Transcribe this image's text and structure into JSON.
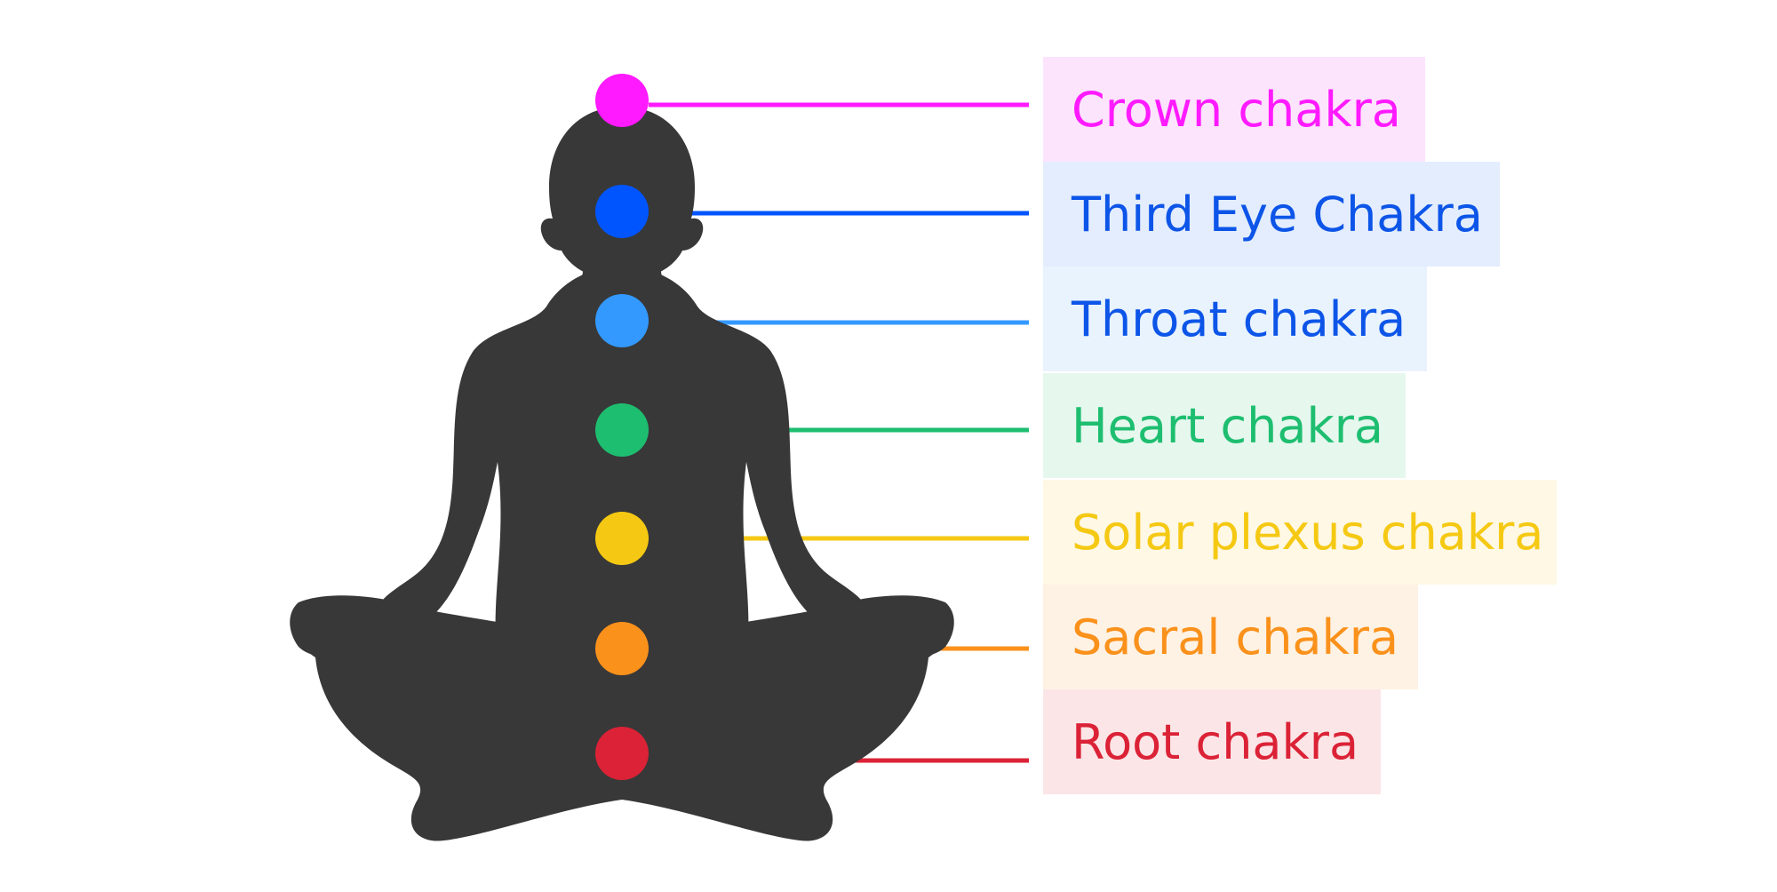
{
  "chakras": [
    {
      "label": "Crown chakra",
      "color": "#ff1aff",
      "label_bg": "#fde4fd"
    },
    {
      "label": "Third Eye Chakra",
      "color": "#0055ff",
      "label_bg": "#e3edfd"
    },
    {
      "label": "Throat chakra",
      "color": "#3399ff",
      "label_bg": "#e8f3fe"
    },
    {
      "label": "Heart chakra",
      "color": "#1ebe70",
      "label_bg": "#e6f7ee"
    },
    {
      "label": "Solar plexus chakra",
      "color": "#f5c913",
      "label_bg": "#fef8e4"
    },
    {
      "label": "Sacral chakra",
      "color": "#fa911b",
      "label_bg": "#fef2e4"
    },
    {
      "label": "Root chakra",
      "color": "#db2236",
      "label_bg": "#fbe5e7"
    }
  ],
  "label_text_colors": [
    "#ff1aff",
    "#0d55e8",
    "#0d55e8",
    "#1ebe70",
    "#f5c913",
    "#fa911b",
    "#db2236"
  ],
  "silhouette_color": "#383838"
}
